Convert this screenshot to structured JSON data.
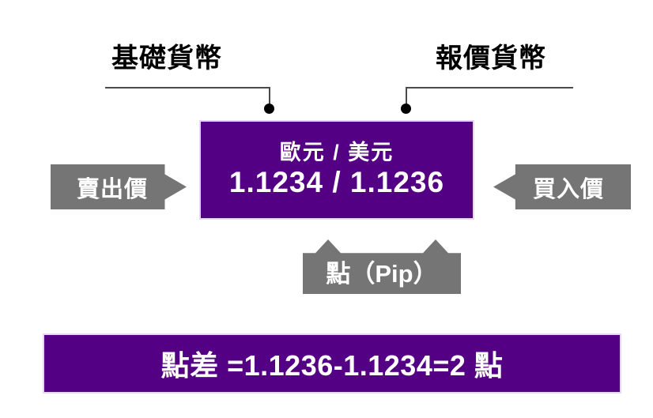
{
  "diagram": {
    "title_base_currency": "基礎貨幣",
    "title_quote_currency": "報價貨幣",
    "colors": {
      "purple": "#540084",
      "gray": "#757575",
      "white": "#ffffff",
      "black": "#000000",
      "border_light": "#e7d4ef",
      "leader_line": "#4a4a4a"
    }
  },
  "quote_box": {
    "pair": "歐元 / 美元",
    "prices": "1.1234 /  1.1236",
    "bid": "1.1234",
    "ask": "1.1236",
    "separator": "/"
  },
  "side_labels": {
    "sell": "賣出價",
    "buy": "買入價"
  },
  "pip_callout": {
    "label": "點（Pip）"
  },
  "spread_banner": {
    "text": "點差 =1.1236-1.1234=2 點"
  }
}
